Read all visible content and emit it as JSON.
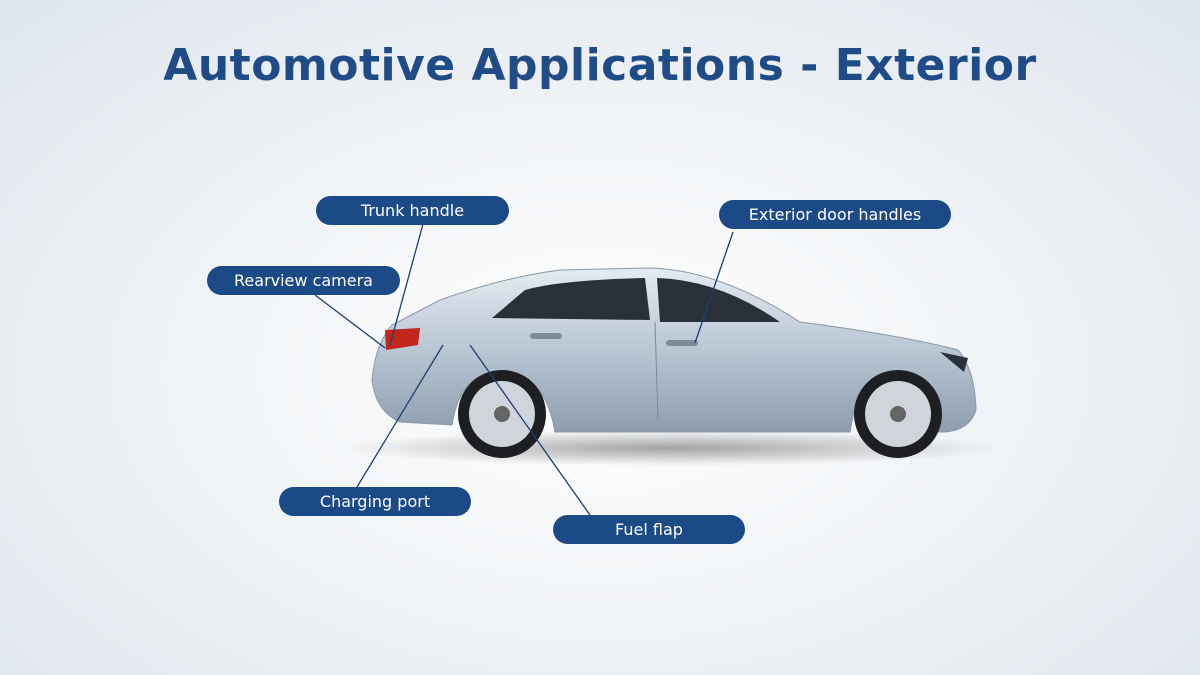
{
  "title": "Automotive Applications - Exterior",
  "labels": {
    "trunk_handle": "Trunk handle",
    "rearview_camera": "Rearview camera",
    "exterior_door_handles": "Exterior door handles",
    "charging_port": "Charging port",
    "fuel_flap": "Fuel flap"
  },
  "colors": {
    "accent": "#1b4a86",
    "title": "#1f4b86"
  }
}
